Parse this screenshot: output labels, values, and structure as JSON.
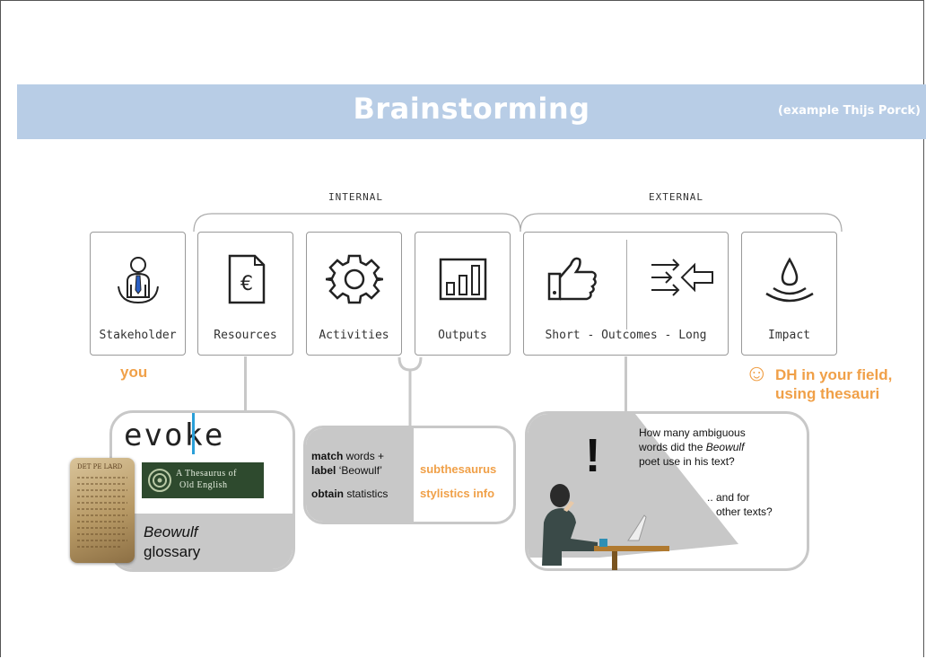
{
  "banner": {
    "title": "Brainstorming",
    "subtitle": "(example Thijs Porck)"
  },
  "groups": {
    "internal": "INTERNAL",
    "external": "EXTERNAL"
  },
  "cards": {
    "stakeholder": "Stakeholder",
    "resources": "Resources",
    "activities": "Activities",
    "outputs": "Outputs",
    "outcomes": "Short - Outcomes - Long",
    "impact": "Impact"
  },
  "annotations": {
    "you": "you",
    "smiley": "☺",
    "dh_line1": "DH in your field,",
    "dh_line2": "using thesauri"
  },
  "resources_bubble": {
    "evoke_logo": "evoke",
    "toe_line1": "A Thesaurus of",
    "toe_line2": "Old English",
    "beowulf": "Beowulf",
    "glossary": "glossary",
    "manuscript_caption": "DET PE LARD"
  },
  "activities_bubble": {
    "match_bold": "match",
    "match_rest": " words +",
    "label_bold": "label",
    "label_rest": " ‘Beowulf’",
    "obtain_bold": "obtain",
    "obtain_rest": " statistics",
    "out1": "subthesaurus",
    "out2": "stylistics info"
  },
  "outcomes_bubble": {
    "exclaim": "!",
    "q1_a": "How many ambiguous",
    "q1_b": "words did the ",
    "q1_b_italic": "Beowulf",
    "q1_c": "poet use in his text?",
    "q2_a": ".. and for",
    "q2_b": "other texts?"
  },
  "colors": {
    "banner": "#b8cde6",
    "accent": "#f0a048",
    "bubble_gray": "#c8c8c8"
  }
}
